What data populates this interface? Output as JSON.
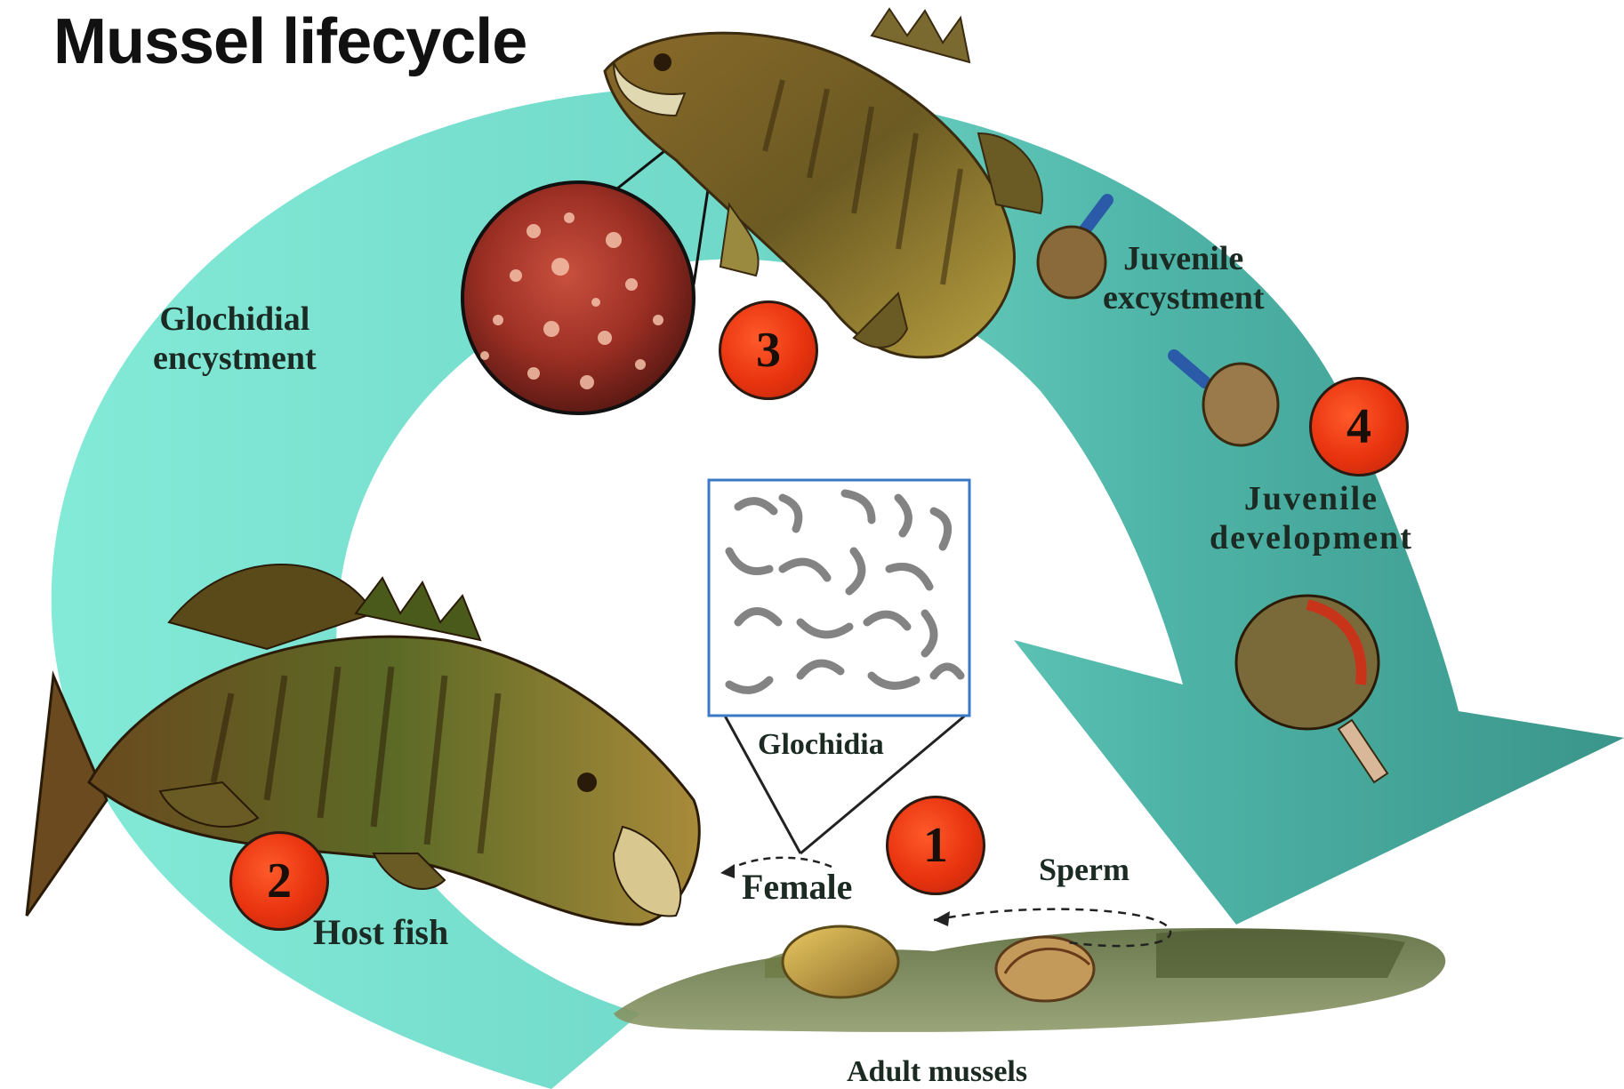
{
  "title": "Mussel lifecycle",
  "labels": {
    "glochidial_line1": "Glochidial",
    "glochidial_line2": "encystment",
    "juvenile_exc_line1": "Juvenile",
    "juvenile_exc_line2": "excystment",
    "juvenile_dev_line1": "Juvenile",
    "juvenile_dev_line2": "development",
    "glochidia": "Glochidia",
    "female": "Female",
    "sperm": "Sperm",
    "host_fish": "Host fish",
    "adult_mussels": "Adult mussels"
  },
  "steps": [
    "1",
    "2",
    "3",
    "4"
  ],
  "colors": {
    "arrow_light": "#7ee3d2",
    "arrow_dark": "#3f9e92",
    "badge": "#e8330f",
    "inset_border": "#3a78c8"
  }
}
